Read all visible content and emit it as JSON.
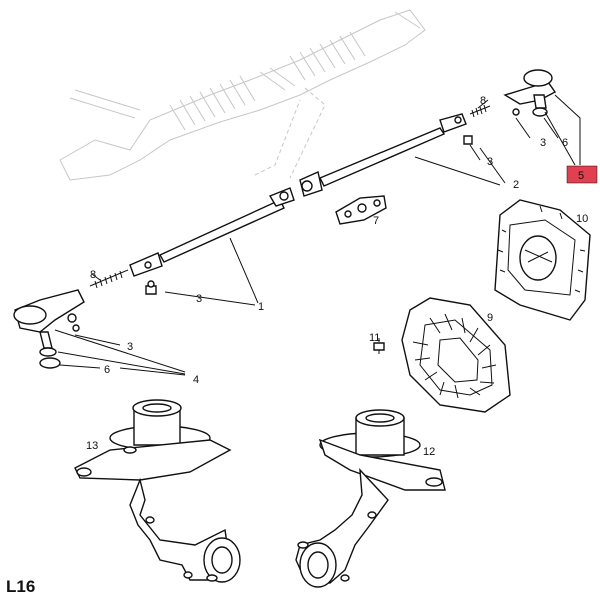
{
  "diagram": {
    "code": "L16",
    "highlighted_part": "5",
    "highlight_color": "#e0404f",
    "ink_color": "#111111",
    "ghost_color": "#c7c7c7"
  },
  "part_labels": {
    "p1": "1",
    "p2": "2",
    "p3_left": "3",
    "p3_right": "3",
    "p3_lower": "3",
    "p3_upper_right": "3",
    "p4": "4",
    "p5": "5",
    "p6_right": "6",
    "p6_left": "6",
    "p7": "7",
    "p8_right": "8",
    "p8_left": "8",
    "p9": "9",
    "p10": "10",
    "p11": "11",
    "p12": "12",
    "p13": "13"
  }
}
